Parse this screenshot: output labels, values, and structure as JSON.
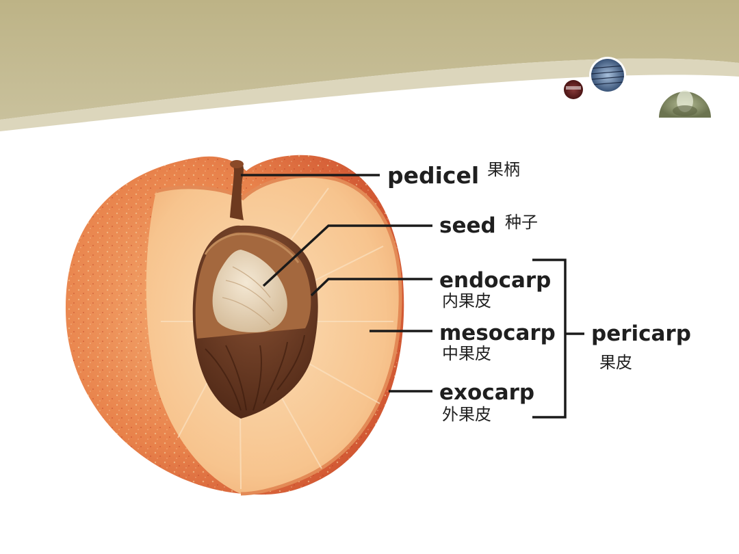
{
  "labels": {
    "pedicel": {
      "en": "pedicel",
      "zh": "果柄"
    },
    "seed": {
      "en": "seed",
      "zh": "种子"
    },
    "endocarp": {
      "en": "endocarp",
      "zh": "内果皮"
    },
    "mesocarp": {
      "en": "mesocarp",
      "zh": "中果皮"
    },
    "exocarp": {
      "en": "exocarp",
      "zh": "外果皮"
    },
    "pericarp": {
      "en": "pericarp",
      "zh": "果皮"
    }
  },
  "colors": {
    "header_band": "#c2b98f",
    "header_band_light": "#dcd6bc",
    "fruit_skin": "#e06a3a",
    "fruit_flesh": "#f8c48c",
    "pit_shell": "#6b3a22",
    "seed": "#ecdcc2",
    "leader_line": "#1a1a1a"
  },
  "decorations": [
    "small-photo-circle-red",
    "small-photo-circle-blue",
    "large-photo-circle-green"
  ]
}
